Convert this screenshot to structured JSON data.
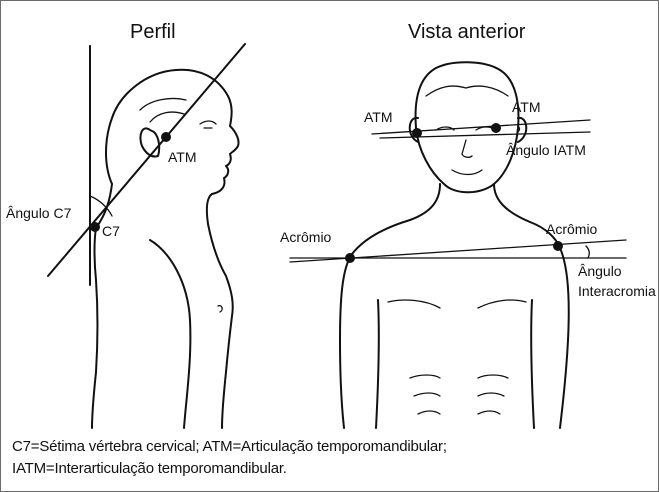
{
  "profile": {
    "title": "Perfil",
    "label_atm": "ATM",
    "label_c7": "C7",
    "label_angle_c7": "Ângulo C7"
  },
  "anterior": {
    "title": "Vista anterior",
    "label_atm_left": "ATM",
    "label_atm_right": "ATM",
    "label_angle_iatm": "Ângulo IATM",
    "label_acromion_left": "Acrômio",
    "label_acromion_right": "Acrômio",
    "label_angle_interacromia_line1": "Ângulo",
    "label_angle_interacromia_line2": "Interacromia"
  },
  "caption": {
    "line1": "C7=Sétima vértebra cervical; ATM=Articulação temporomandibular;",
    "line2": "IATM=Interarticulação temporomandibular."
  }
}
